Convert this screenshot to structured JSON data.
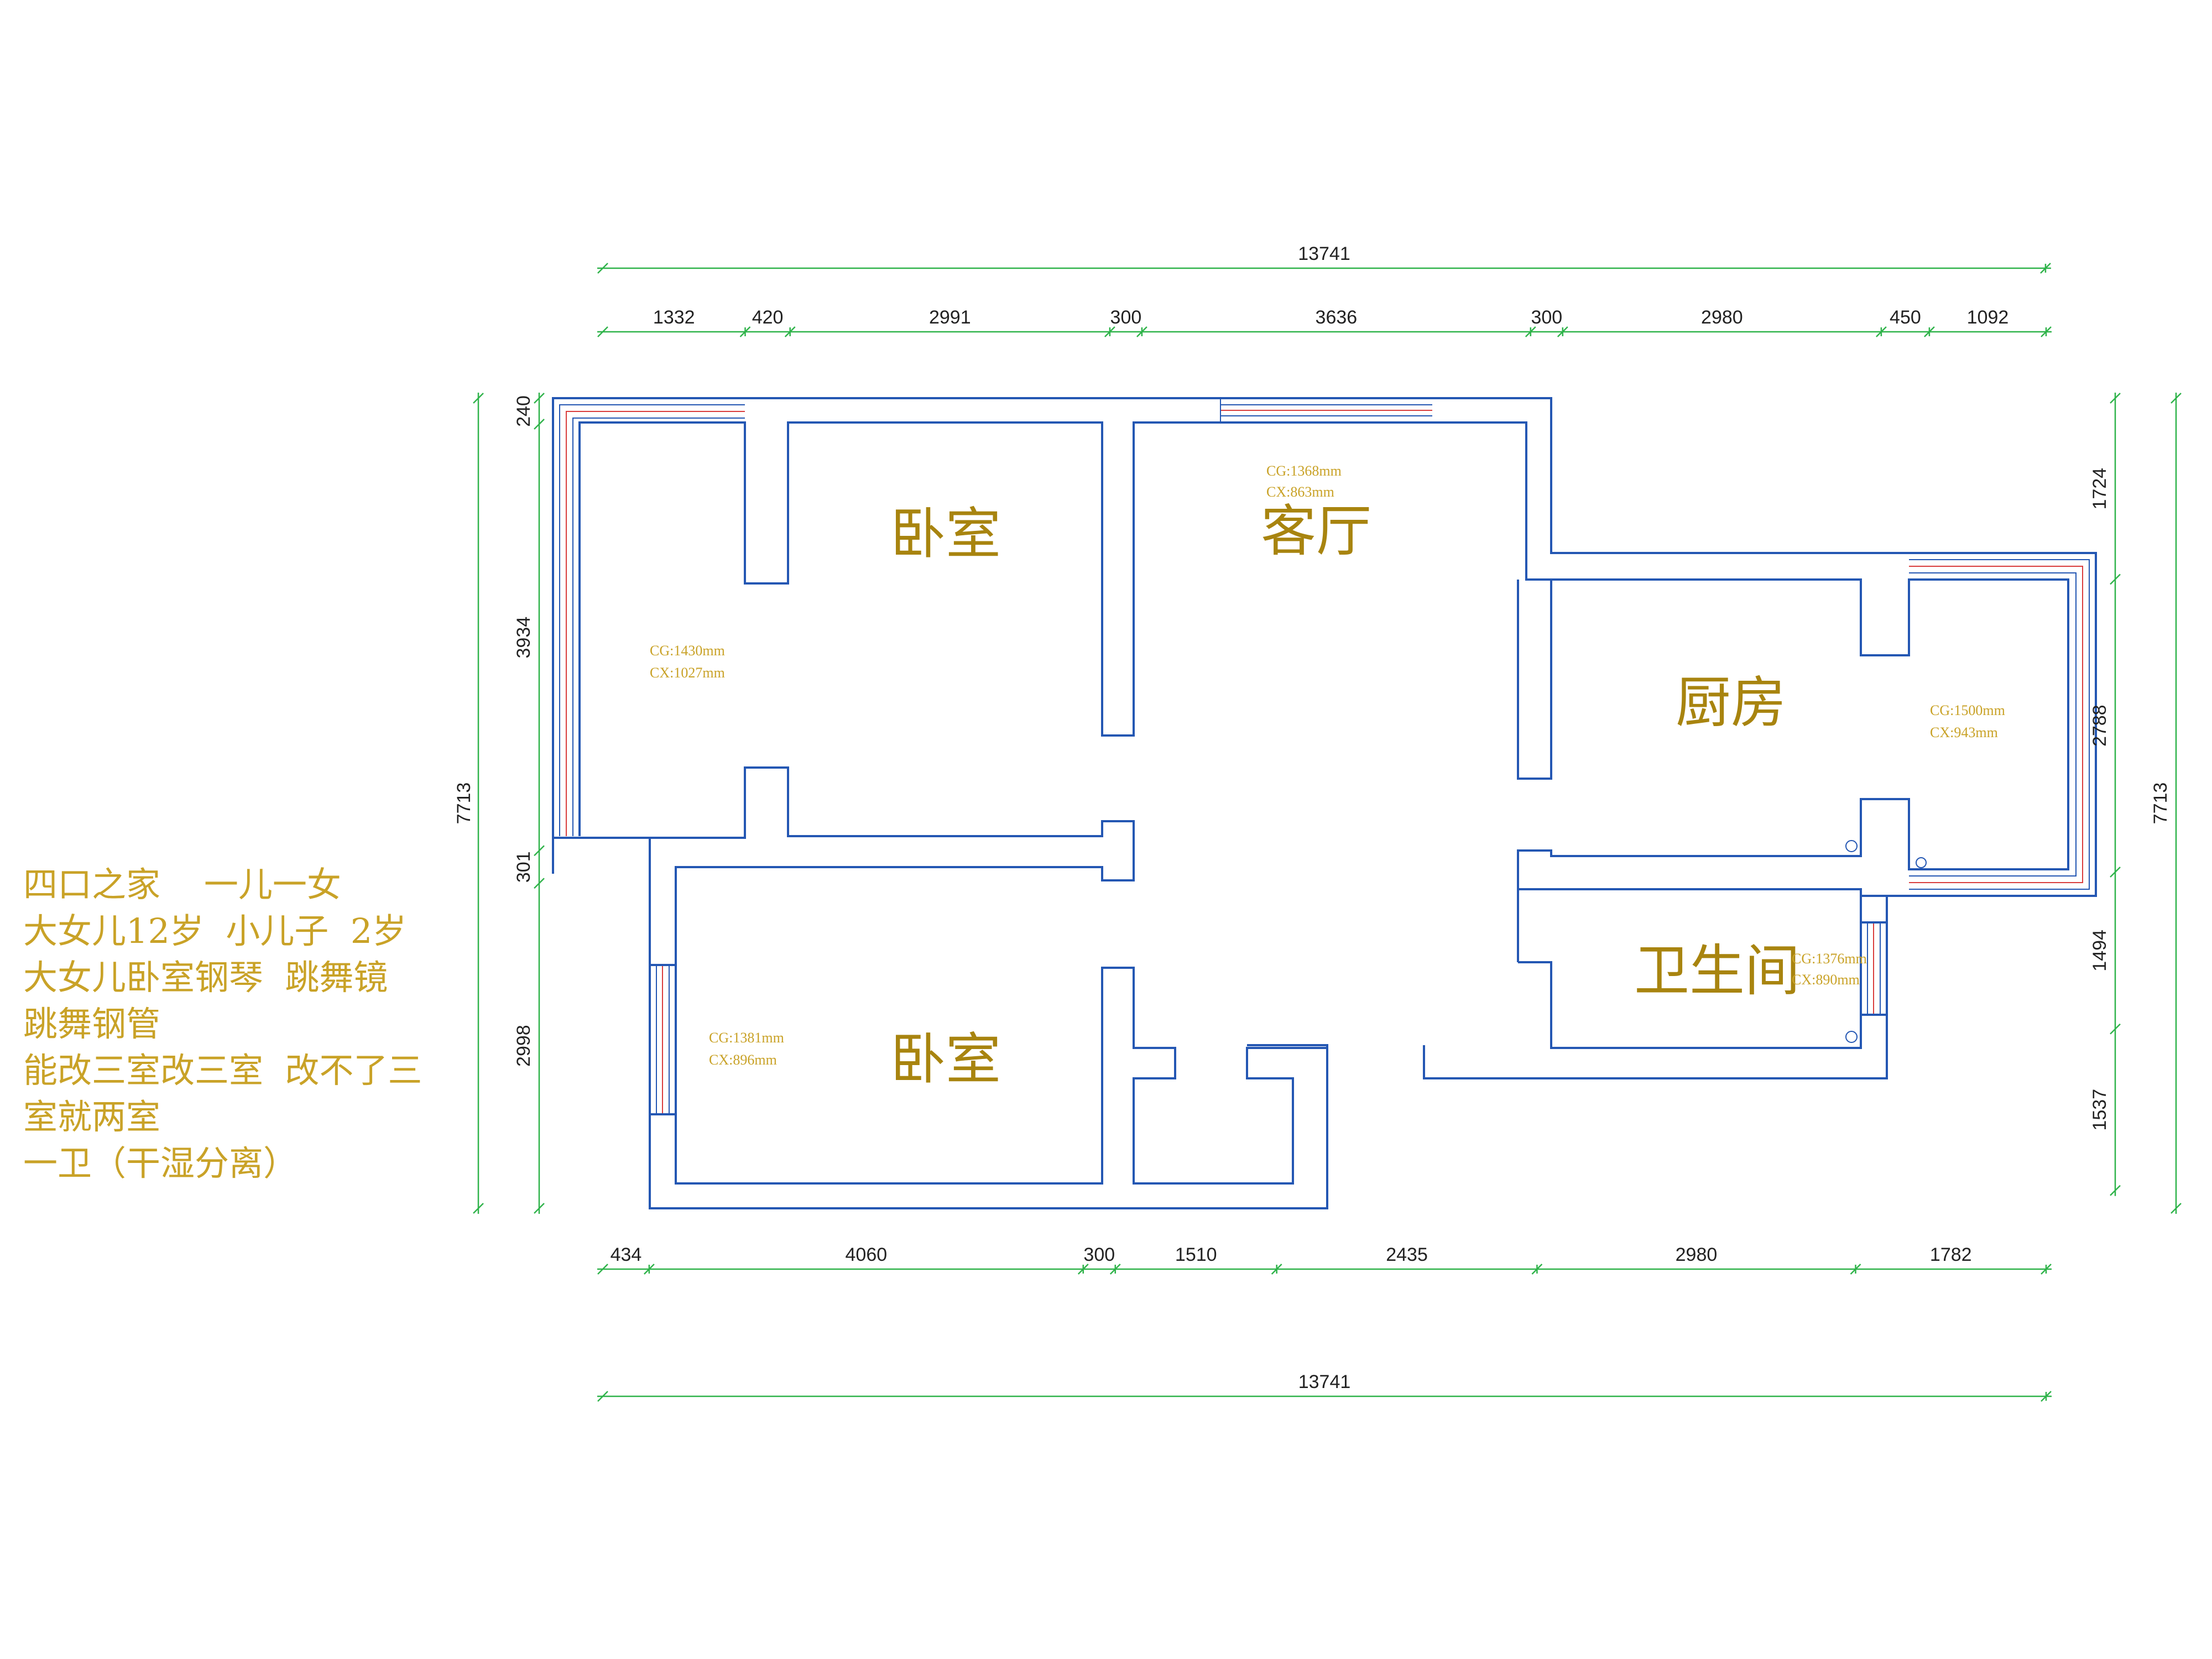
{
  "rooms": {
    "bedroom_1": "卧室",
    "living_room": "客厅",
    "kitchen": "厨房",
    "bathroom": "卫生间",
    "bedroom_2": "卧室"
  },
  "windows": {
    "bedroom_1": {
      "cg": "CG:1430mm",
      "cx": "CX:1027mm"
    },
    "living_room": {
      "cg": "CG:1368mm",
      "cx": "CX:863mm"
    },
    "kitchen": {
      "cg": "CG:1500mm",
      "cx": "CX:943mm"
    },
    "bathroom": {
      "cg": "CG:1376mm",
      "cx": "CX:890mm"
    },
    "bedroom_2": {
      "cg": "CG:1381mm",
      "cx": "CX:896mm"
    }
  },
  "dimensions": {
    "top_total": "13741",
    "top_segments": [
      "1332",
      "420",
      "2991",
      "300",
      "3636",
      "300",
      "2980",
      "450",
      "1092"
    ],
    "bottom_segments": [
      "434",
      "4060",
      "300",
      "1510",
      "2435",
      "2980",
      "1782"
    ],
    "bottom_total": "13741",
    "left_total": "7713",
    "left_segments": [
      "240",
      "3934",
      "301",
      "2998"
    ],
    "right_segments": [
      "1724",
      "2788",
      "1494",
      "1537"
    ],
    "right_total": "7713"
  },
  "notes": [
    "四口之家    一儿一女",
    "大女儿12岁  小儿子  2岁",
    "大女儿卧室钢琴  跳舞镜",
    "跳舞钢管",
    "能改三室改三室  改不了三",
    "室就两室",
    "一卫（干湿分离）"
  ],
  "colors": {
    "wall": "#2457b3",
    "dimension": "#2fb34a",
    "room_label": "#a8840f",
    "annotation": "#c9a227",
    "window_red": "#d93d3d"
  }
}
